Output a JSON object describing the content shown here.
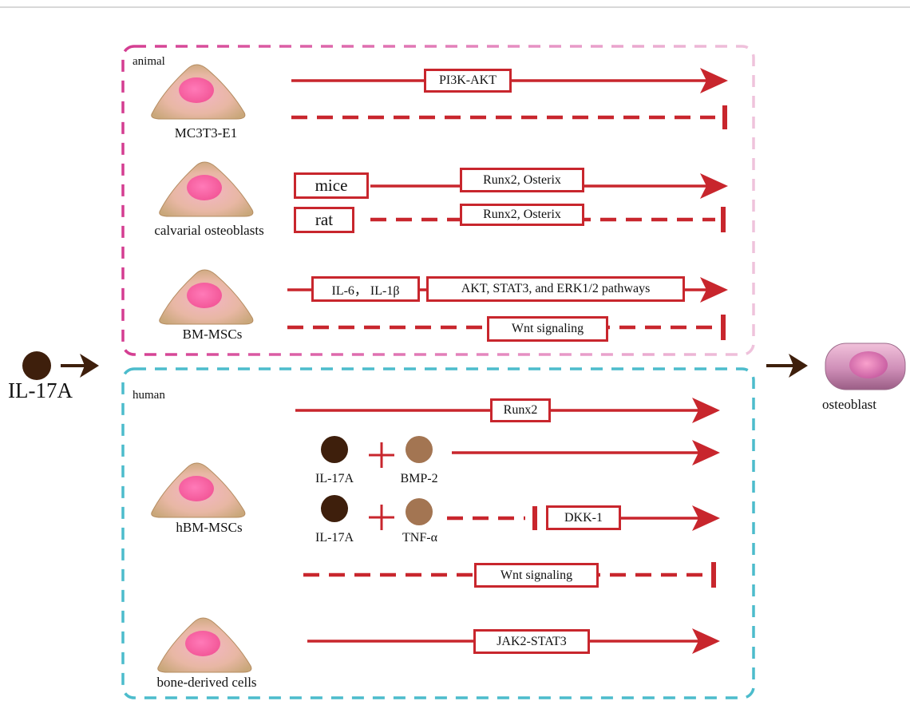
{
  "input": {
    "label": "IL-17A"
  },
  "output": {
    "label": "osteoblast"
  },
  "animal": {
    "section_label": "animal",
    "cell_labels": [
      "MC3T3-E1",
      "calvarial osteoblasts",
      "BM-MSCs"
    ],
    "species": [
      "mice",
      "rat"
    ],
    "pathways": [
      "PI3K-AKT",
      "Runx2, Osterix",
      "Runx2, Osterix",
      "IL-6， IL-1β",
      "AKT, STAT3, and ERK1/2 pathways",
      "Wnt signaling"
    ]
  },
  "human": {
    "section_label": "human",
    "cell_labels": [
      "hBM-MSCs",
      "bone-derived cells"
    ],
    "pathways": [
      "Runx2",
      "DKK-1",
      "Wnt signaling",
      "JAK2-STAT3"
    ],
    "combos": [
      {
        "a": "IL-17A",
        "b": "BMP-2"
      },
      {
        "a": "IL-17A",
        "b": "TNF-α"
      }
    ]
  },
  "colors": {
    "arrow_red": "#c8262d",
    "animal_border": "#d43d91",
    "human_border": "#4cbccc",
    "il17a_dot": "#3e1f0c",
    "cytokine_dot": "#a37552"
  }
}
